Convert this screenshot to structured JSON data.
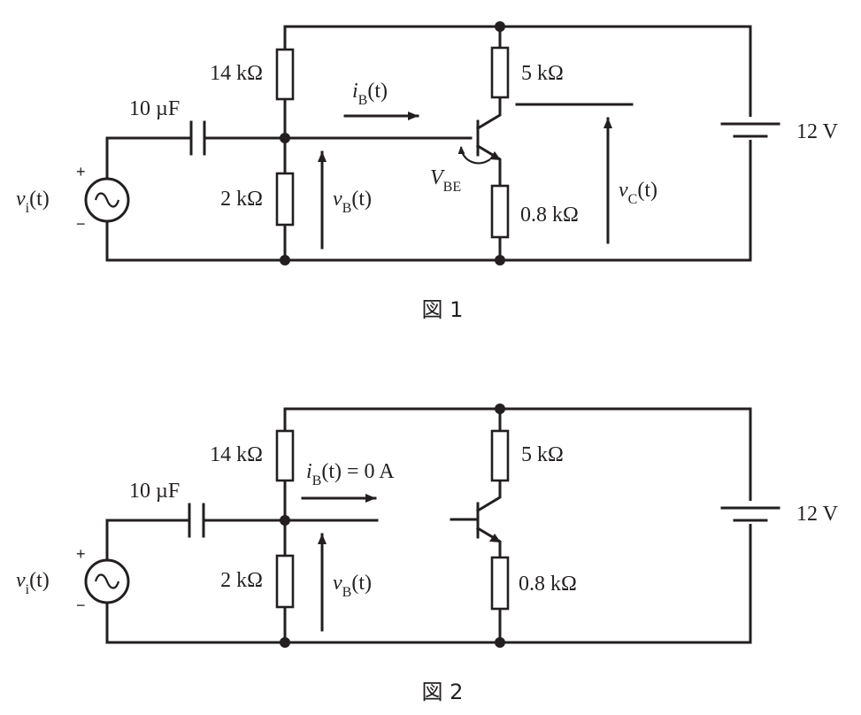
{
  "figure1": {
    "caption": "図 1",
    "r_top": "14 kΩ",
    "r_bottom": "2 kΩ",
    "r_collector": "5 kΩ",
    "r_emitter": "0.8 kΩ",
    "capacitor": "10 µF",
    "battery": "12 V",
    "source": {
      "var": "v",
      "sub": "i",
      "arg": "(t)",
      "plus": "+",
      "minus": "−"
    },
    "ib": {
      "var": "i",
      "sub": "B",
      "arg": "(t)"
    },
    "vb": {
      "var": "v",
      "sub": "B",
      "arg": "(t)"
    },
    "vc": {
      "var": "v",
      "sub": "C",
      "arg": "(t)"
    },
    "vbe": {
      "var": "V",
      "sub": "BE"
    }
  },
  "figure2": {
    "caption": "図 2",
    "r_top": "14 kΩ",
    "r_bottom": "2 kΩ",
    "r_collector": "5 kΩ",
    "r_emitter": "0.8 kΩ",
    "capacitor": "10 µF",
    "battery": "12 V",
    "source": {
      "var": "v",
      "sub": "i",
      "arg": "(t)",
      "plus": "+",
      "minus": "−"
    },
    "ib": {
      "var": "i",
      "sub": "B",
      "arg": "(t)",
      "rest": " = 0 A"
    },
    "vb": {
      "var": "v",
      "sub": "B",
      "arg": "(t)"
    }
  }
}
